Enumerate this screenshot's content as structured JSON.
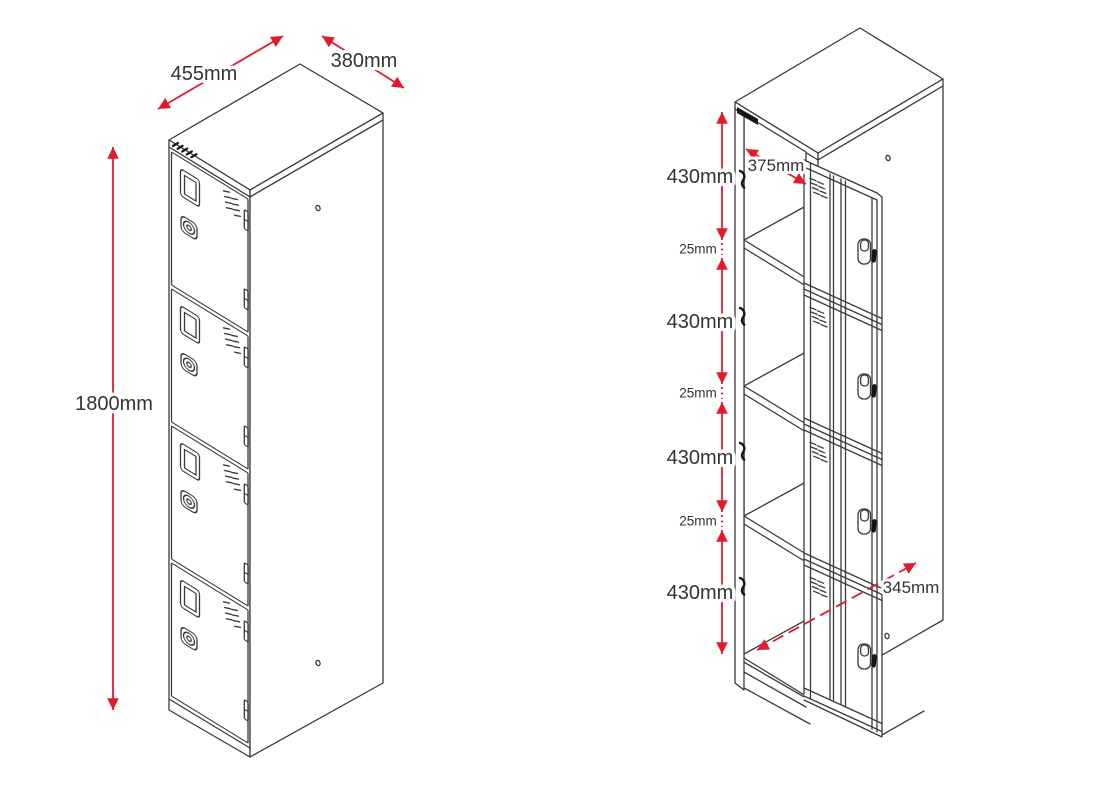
{
  "colors": {
    "line": "#3b3b3b",
    "dimension": "#e01b2e",
    "text": "#333333",
    "bg": "#ffffff"
  },
  "left_view": {
    "depth_label": "455mm",
    "width_label": "380mm",
    "height_label": "1800mm"
  },
  "right_view": {
    "compartment_heights": [
      "430mm",
      "430mm",
      "430mm",
      "430mm"
    ],
    "shelf_spacings": [
      "25mm",
      "25mm",
      "25mm"
    ],
    "door_width_label": "375mm",
    "internal_depth_label": "345mm"
  }
}
